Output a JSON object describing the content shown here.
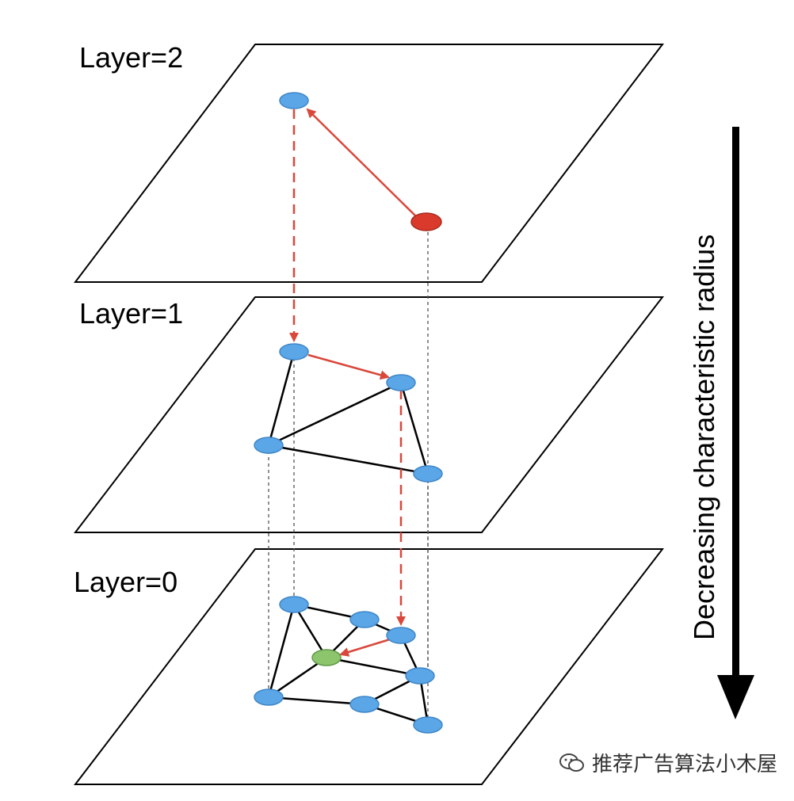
{
  "layers": [
    {
      "label": "Layer=2"
    },
    {
      "label": "Layer=1"
    },
    {
      "label": "Layer=0"
    }
  ],
  "axis": {
    "label": "Decreasing characteristic radius"
  },
  "watermark": {
    "text": "推荐广告算法小木屋",
    "icon": "wechat-icon"
  },
  "colors": {
    "node": "#5aa6e6",
    "node_stroke": "#3f86c8",
    "entry_node": "#d93a2b",
    "target_node": "#8cc56c",
    "search_edge": "#d9483b",
    "graph_edge": "#000000",
    "plane": "#000000"
  }
}
